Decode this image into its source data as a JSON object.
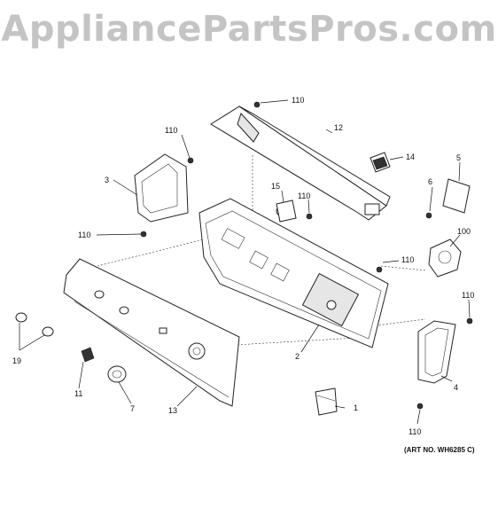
{
  "watermark": "AppliancePartsPros.com",
  "art_number": "(ART NO. WH6285 C)",
  "callouts": [
    "110",
    "12",
    "110",
    "14",
    "5",
    "3",
    "15",
    "110",
    "6",
    "100",
    "110",
    "110",
    "110",
    "2",
    "19",
    "11",
    "7",
    "13",
    "4",
    "1",
    "110"
  ]
}
